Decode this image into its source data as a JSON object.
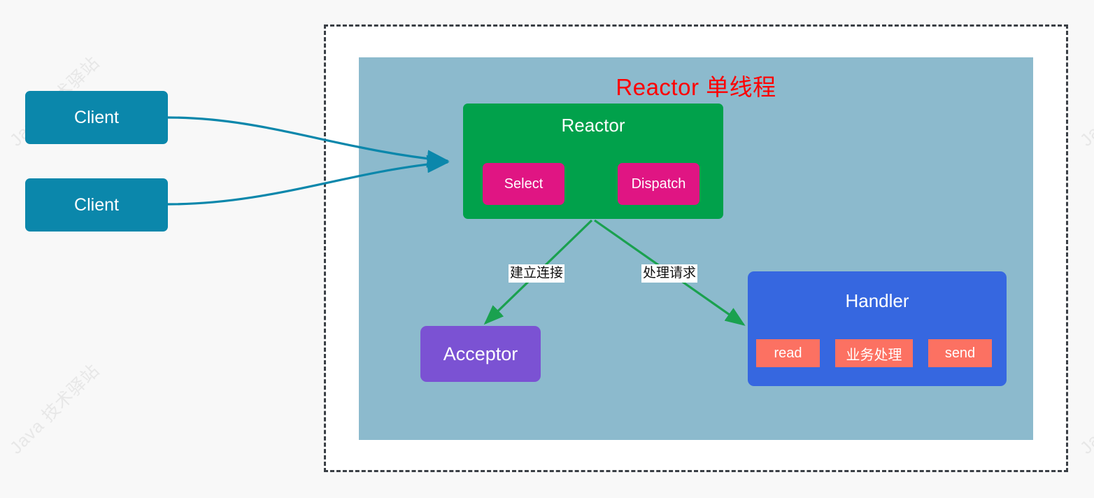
{
  "diagram": {
    "title": "Reactor 单线程",
    "title_color": "#ff0000",
    "panel_color": "#8cbacd",
    "canvas_background": "#f8f8f8"
  },
  "watermark": {
    "text": "Java 技术驿站",
    "color": "#e7e7e7"
  },
  "clients": [
    {
      "label": "Client",
      "color": "#0b87ab"
    },
    {
      "label": "Client",
      "color": "#0b87ab"
    }
  ],
  "reactor": {
    "label": "Reactor",
    "color": "#01a14b",
    "pills": [
      {
        "label": "Select",
        "color": "#e01583"
      },
      {
        "label": "Dispatch",
        "color": "#e01583"
      }
    ]
  },
  "acceptor": {
    "label": "Acceptor",
    "color": "#7b52d3"
  },
  "handler": {
    "label": "Handler",
    "color": "#3667e0",
    "chips": [
      {
        "label": "read",
        "color": "#fc7162"
      },
      {
        "label": "业务处理",
        "color": "#fc7162"
      },
      {
        "label": "send",
        "color": "#fc7162"
      }
    ]
  },
  "edges": [
    {
      "label": "建立连接",
      "from": "Reactor",
      "to": "Acceptor",
      "color": "#1aa14f"
    },
    {
      "label": "处理请求",
      "from": "Reactor",
      "to": "Handler",
      "color": "#1aa14f"
    }
  ],
  "client_links": {
    "color": "#0b87ab",
    "from": "Client",
    "to": "Reactor"
  }
}
